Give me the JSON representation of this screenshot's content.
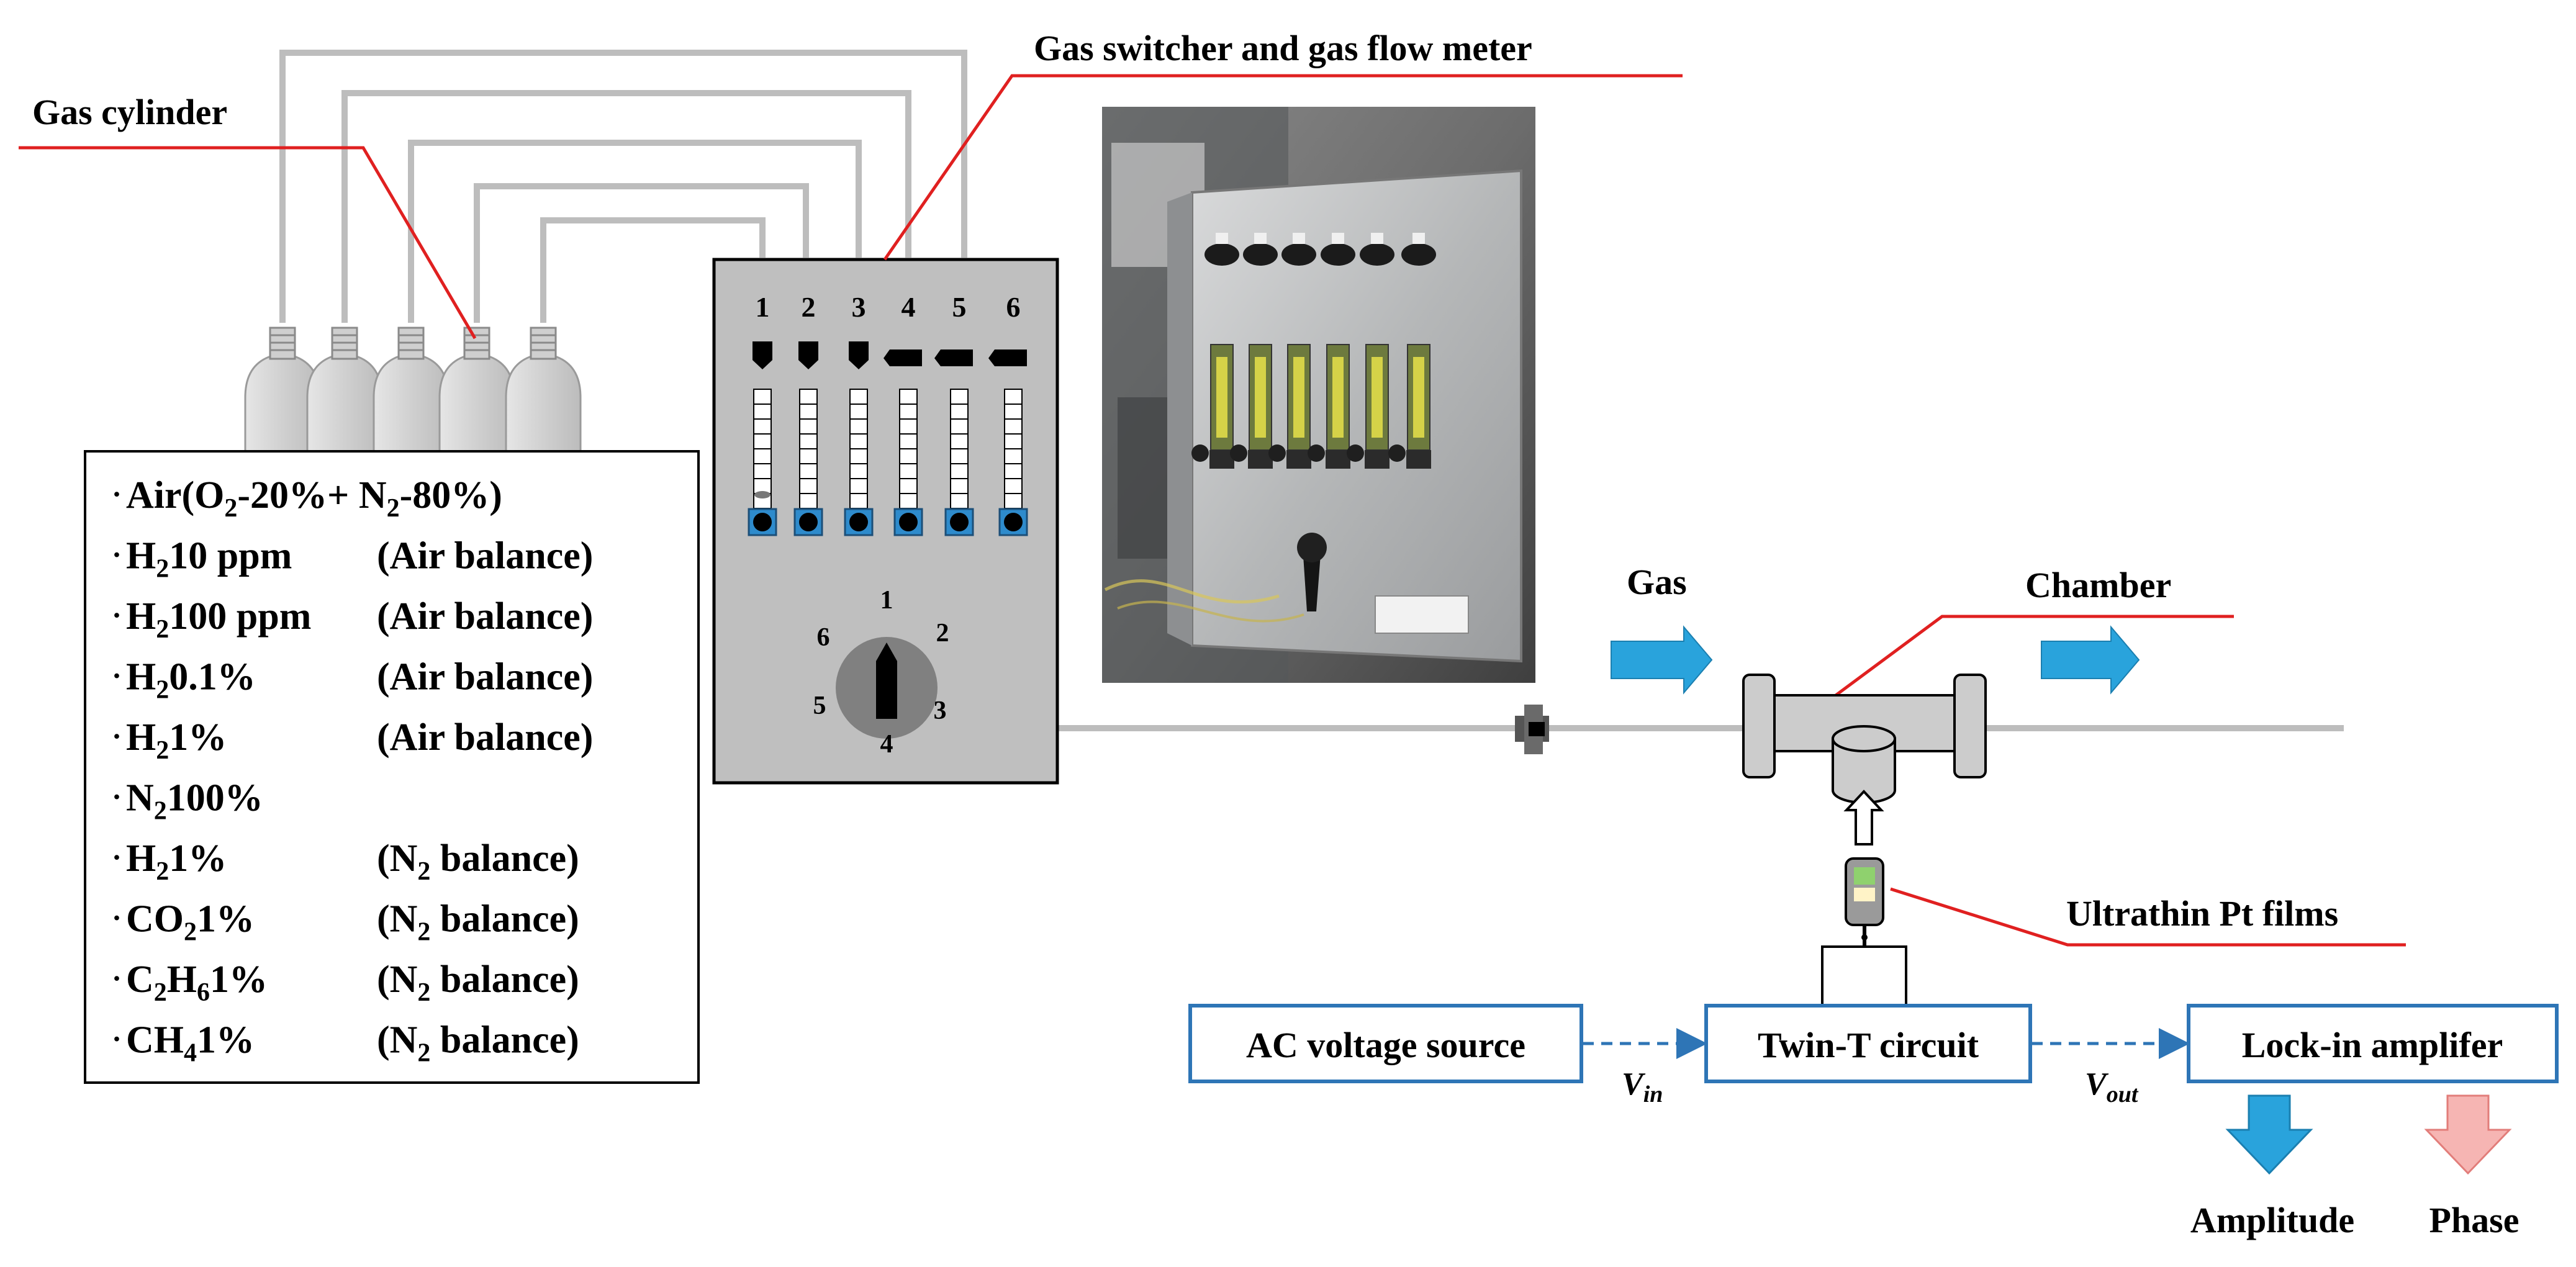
{
  "labels": {
    "gas_cylinder": "Gas cylinder",
    "gas_switcher": "Gas switcher and gas flow meter",
    "gas": "Gas",
    "chamber": "Chamber",
    "pt_films": "Ultrathin Pt films",
    "amplitude": "Amplitude",
    "phase": "Phase"
  },
  "gas_list": [
    {
      "bullet": "·",
      "formula": [
        [
          "t",
          "Air(O"
        ],
        [
          "s",
          "2"
        ],
        [
          "t",
          "-20%+ N"
        ],
        [
          "s",
          "2"
        ],
        [
          "t",
          "-80%)"
        ]
      ],
      "balance": ""
    },
    {
      "bullet": "·",
      "formula": [
        [
          "t",
          "H"
        ],
        [
          "s",
          "2"
        ],
        [
          "t",
          "10 ppm"
        ]
      ],
      "balance": "(Air balance)"
    },
    {
      "bullet": "·",
      "formula": [
        [
          "t",
          "H"
        ],
        [
          "s",
          "2"
        ],
        [
          "t",
          "100 ppm"
        ]
      ],
      "balance": "(Air balance)"
    },
    {
      "bullet": "·",
      "formula": [
        [
          "t",
          "H"
        ],
        [
          "s",
          "2"
        ],
        [
          "t",
          "0.1%"
        ]
      ],
      "balance": "(Air balance)"
    },
    {
      "bullet": "·",
      "formula": [
        [
          "t",
          "H"
        ],
        [
          "s",
          "2"
        ],
        [
          "t",
          "1%"
        ]
      ],
      "balance": "(Air balance)"
    },
    {
      "bullet": "·",
      "formula": [
        [
          "t",
          "N"
        ],
        [
          "s",
          "2"
        ],
        [
          "t",
          "100%"
        ]
      ],
      "balance": ""
    },
    {
      "bullet": "·",
      "formula": [
        [
          "t",
          "H"
        ],
        [
          "s",
          "2"
        ],
        [
          "t",
          "1%"
        ]
      ],
      "balance": [
        [
          "t",
          "(N"
        ],
        [
          "s",
          "2"
        ],
        [
          "t",
          " balance)"
        ]
      ]
    },
    {
      "bullet": "·",
      "formula": [
        [
          "t",
          "CO"
        ],
        [
          "s",
          "2"
        ],
        [
          "t",
          "1%"
        ]
      ],
      "balance": [
        [
          "t",
          "(N"
        ],
        [
          "s",
          "2"
        ],
        [
          "t",
          " balance)"
        ]
      ]
    },
    {
      "bullet": "·",
      "formula": [
        [
          "t",
          "C"
        ],
        [
          "s",
          "2"
        ],
        [
          "t",
          "H"
        ],
        [
          "s",
          "6"
        ],
        [
          "t",
          "1%"
        ]
      ],
      "balance": [
        [
          "t",
          "(N"
        ],
        [
          "s",
          "2"
        ],
        [
          "t",
          " balance)"
        ]
      ]
    },
    {
      "bullet": "·",
      "formula": [
        [
          "t",
          "CH"
        ],
        [
          "s",
          "4"
        ],
        [
          "t",
          "1%"
        ]
      ],
      "balance": [
        [
          "t",
          "(N"
        ],
        [
          "s",
          "2"
        ],
        [
          "t",
          " balance)"
        ]
      ]
    }
  ],
  "switcher": {
    "channels": [
      "1",
      "2",
      "3",
      "4",
      "5",
      "6"
    ],
    "dial_numbers": [
      "1",
      "2",
      "3",
      "4",
      "5",
      "6"
    ]
  },
  "circuit": {
    "ac_source": "AC voltage source",
    "twin_t": "Twin-T circuit",
    "lock_in": "Lock-in amplifer",
    "vin_main": "V",
    "vin_sub": "in",
    "vout_main": "V",
    "vout_sub": "out"
  },
  "colors": {
    "leader_line": "#e02020",
    "pipe": "#bdbdbd",
    "box_border": "#2e75b6",
    "arrow_blue": "#29a3dc",
    "arrow_pink": "#f6b5b3",
    "panel_fill": "#bfbfbf"
  },
  "icons": [
    "gas-cylinder-icon",
    "flow-meter-icon",
    "selector-dial-icon",
    "valve-icon",
    "t-chamber-icon",
    "sensor-chip-icon",
    "flow-arrow-icon",
    "output-arrow-icon",
    "photo-apparatus"
  ]
}
